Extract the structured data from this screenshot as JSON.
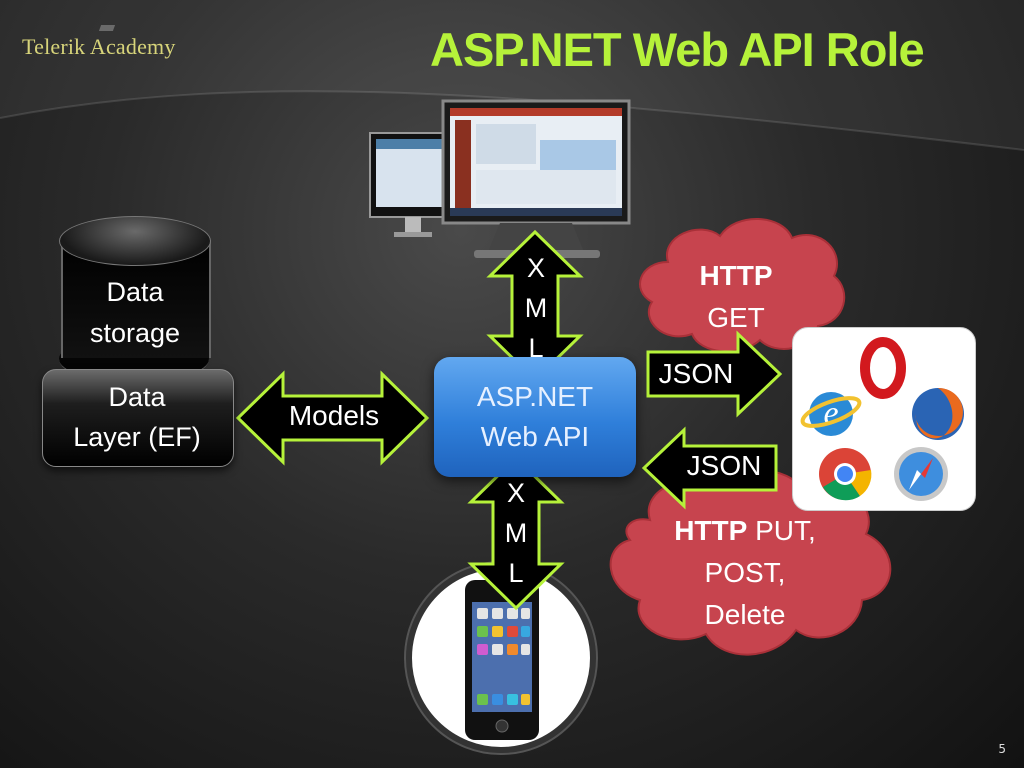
{
  "header": {
    "brand": "Telerik Academy",
    "title": "ASP.NET Web API Role",
    "slide_number": "5"
  },
  "diagram": {
    "data_storage": "Data storage",
    "data_storage_lines": [
      "Data",
      "storage"
    ],
    "data_layer_lines": [
      "Data",
      "Layer (EF)"
    ],
    "api_lines": [
      "ASP.NET",
      "Web API"
    ],
    "models_label": "Models",
    "xml_top_letters": [
      "X",
      "M",
      "L"
    ],
    "xml_bottom_letters": [
      "X",
      "M",
      "L"
    ],
    "json_out": "JSON",
    "json_in": "JSON",
    "http_get_bold": "HTTP",
    "http_get_rest": "GET",
    "http_put_bold": "HTTP",
    "http_put_line1_rest": " PUT,",
    "http_put_line2": "POST,",
    "http_put_line3": "Delete"
  },
  "colors": {
    "accent_green": "#b6f23a",
    "cloud_red": "#c7444e",
    "api_blue": "#3b8be0"
  },
  "icons": [
    "graduation-cap-icon",
    "desktop-monitors-icon",
    "browsers-icon",
    "iphone-icon"
  ]
}
